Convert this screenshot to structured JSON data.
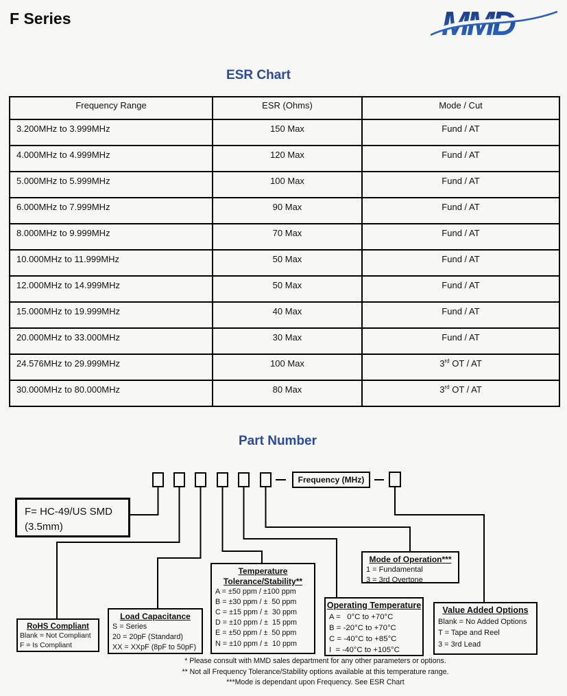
{
  "page": {
    "title": "F Series",
    "logo_text": "MMD"
  },
  "colors": {
    "heading_blue": "#2a4aa2",
    "logo_blue_dark": "#17347f",
    "logo_blue_light": "#2e6ecf",
    "border_black": "#000000"
  },
  "esr_chart": {
    "heading": "ESR Chart",
    "table": {
      "headers": [
        "Frequency Range",
        "ESR (Ohms)",
        "Mode / Cut"
      ],
      "rows": [
        [
          "3.200MHz to 3.999MHz",
          "150 Max",
          "Fund / AT"
        ],
        [
          "4.000MHz to 4.999MHz",
          "120 Max",
          "Fund / AT"
        ],
        [
          "5.000MHz to 5.999MHz",
          "100 Max",
          "Fund / AT"
        ],
        [
          "6.000MHz to 7.999MHz",
          "90 Max",
          "Fund / AT"
        ],
        [
          "8.000MHz to 9.999MHz",
          "70 Max",
          "Fund / AT"
        ],
        [
          "10.000MHz to 11.999MHz",
          "50 Max",
          "Fund / AT"
        ],
        [
          "12.000MHz to 14.999MHz",
          "50 Max",
          "Fund / AT"
        ],
        [
          "15.000MHz to 19.999MHz",
          "40 Max",
          "Fund / AT"
        ],
        [
          "20.000MHz to 33.000MHz",
          "30 Max",
          "Fund / AT"
        ],
        [
          "24.576MHz to 29.999MHz",
          "100 Max",
          "3rd OT / AT"
        ],
        [
          "30.000MHz to 80.000MHz",
          "80 Max",
          "3rd OT / AT"
        ]
      ]
    }
  },
  "part_number": {
    "heading": "Part Number",
    "frequency_label": "Frequency (MHz)",
    "series_box": {
      "line1": "F= HC-49/US SMD",
      "line2": "(3.5mm)"
    },
    "boxes": {
      "rohs": {
        "title": "RoHS Compliant",
        "lines": [
          "Blank = Not Compliant",
          "F = Is Compliant"
        ]
      },
      "load_capacitance": {
        "title": "Load Capacitance",
        "lines": [
          "S = Series",
          "20 = 20pF (Standard)",
          "XX = XXpF (8pF to 50pF)"
        ]
      },
      "temperature_tolerance": {
        "title_line1": "Temperature",
        "title_line2": "Tolerance/Stability**",
        "lines": [
          "A = ±50 ppm / ±100 ppm",
          "B = ±30 ppm / ±  50 ppm",
          "C = ±15 ppm / ±  30 ppm",
          "D = ±10 ppm / ±  15 ppm",
          "E = ±50 ppm / ±  50 ppm",
          "N = ±10 ppm / ±  10 ppm"
        ]
      },
      "operating_temperature": {
        "title": "Operating Temperature",
        "lines": [
          "A =   0°C to +70°C",
          "B = -20°C to +70°C",
          "C = -40°C to +85°C",
          "I  = -40°C to +105°C"
        ]
      },
      "mode_of_operation": {
        "title": "Mode of Operation***",
        "lines": [
          "1 = Fundamental",
          "3 = 3rd Overtone"
        ]
      },
      "value_added": {
        "title": "Value Added Options",
        "lines": [
          "Blank = No Added Options",
          "T = Tape and Reel",
          "3 = 3rd Lead"
        ]
      }
    },
    "footnotes": [
      "* Please consult with MMD sales department for any other parameters or options.",
      "** Not all Frequency Tolerance/Stability options available at this temperature range.",
      "***Mode is dependant upon Frequency. See ESR Chart"
    ]
  }
}
